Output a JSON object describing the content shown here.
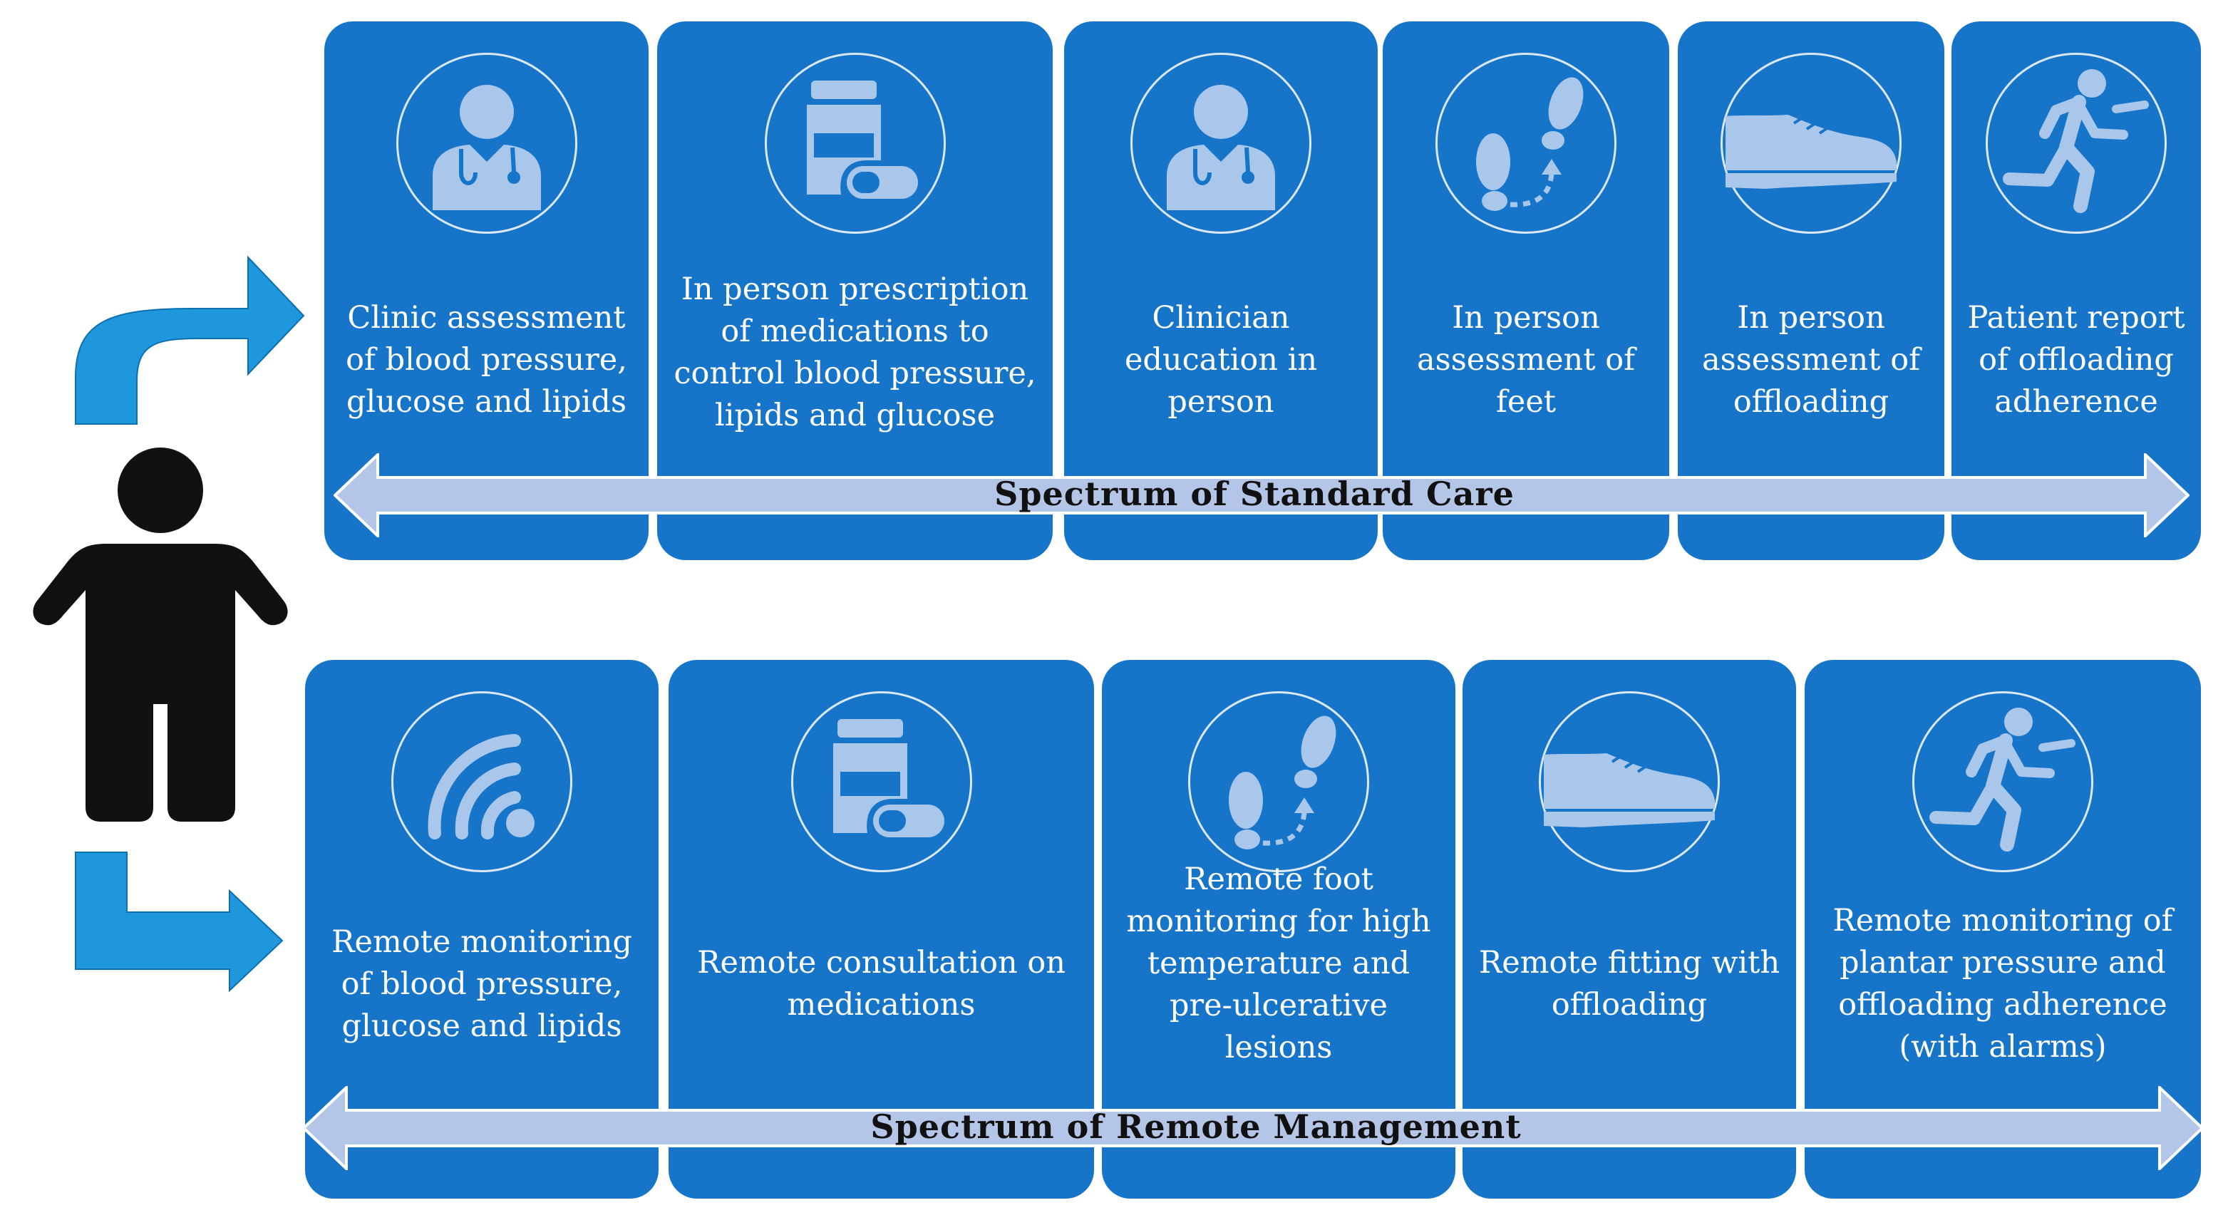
{
  "colors": {
    "card": "#1674c9",
    "icon": "#a9c7ea",
    "spectrum_band": "#b4c6e7",
    "side_arrow": "#1f97dd",
    "person": "#111111"
  },
  "standard_care": {
    "title": "Spectrum of Standard Care",
    "items": [
      {
        "icon": "doctor-icon",
        "label": "Clinic assessment of blood pressure, glucose and lipids"
      },
      {
        "icon": "medication-bottle-icon",
        "label": "In person prescription of medications to control blood pressure, lipids and glucose"
      },
      {
        "icon": "doctor-icon",
        "label": "Clinician education in person"
      },
      {
        "icon": "footprints-icon",
        "label": "In person assessment of feet"
      },
      {
        "icon": "shoe-icon",
        "label": "In person assessment of offloading"
      },
      {
        "icon": "running-person-icon",
        "label": "Patient report of offloading adherence"
      }
    ]
  },
  "remote_management": {
    "title": "Spectrum of Remote Management",
    "items": [
      {
        "icon": "wireless-signal-icon",
        "label": "Remote monitoring of blood pressure, glucose and lipids"
      },
      {
        "icon": "medication-bottle-icon",
        "label": "Remote consultation on medications"
      },
      {
        "icon": "footprints-icon",
        "label": "Remote foot monitoring for high temperature and pre-ulcerative lesions"
      },
      {
        "icon": "shoe-icon",
        "label": "Remote fitting with offloading"
      },
      {
        "icon": "running-person-icon",
        "label": "Remote monitoring of plantar pressure and offloading adherence (with alarms)"
      }
    ]
  }
}
